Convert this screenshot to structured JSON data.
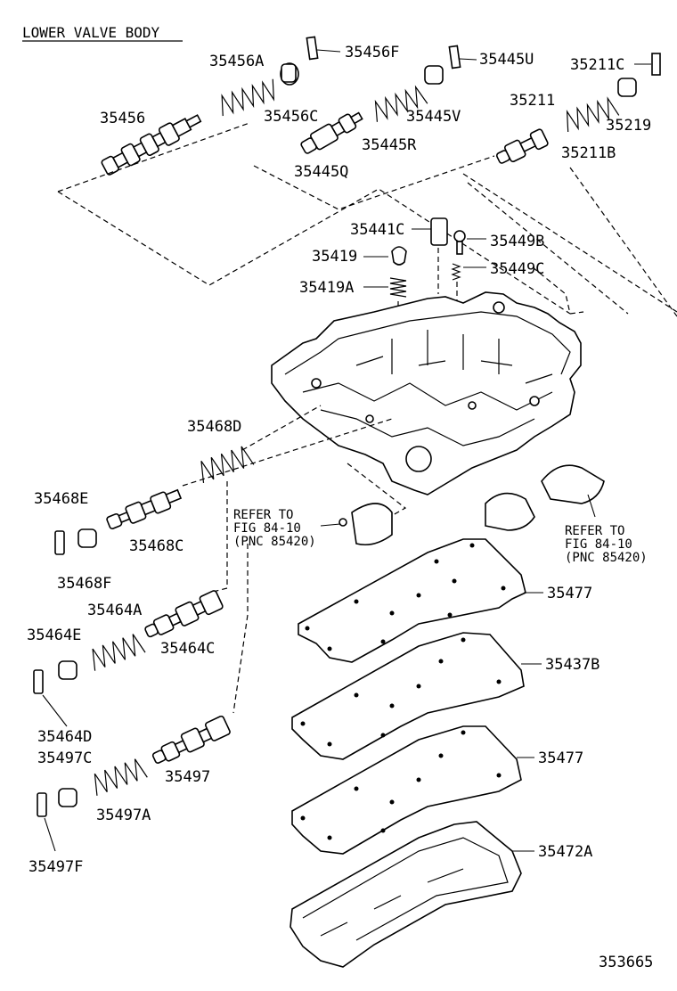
{
  "title": "LOWER VALVE BODY",
  "figure_number": "353665",
  "refer_left": {
    "line1": "REFER TO",
    "line2": "FIG 84-10",
    "line3": "(PNC 85420)"
  },
  "refer_right": {
    "line1": "REFER TO",
    "line2": "FIG 84-10",
    "line3": "(PNC 85420)"
  },
  "labels": {
    "p35456A": "35456A",
    "p35456F": "35456F",
    "p35445U": "35445U",
    "p35211C": "35211C",
    "p35456": "35456",
    "p35456C": "35456C",
    "p35445V": "35445V",
    "p35211": "35211",
    "p35219": "35219",
    "p35445R": "35445R",
    "p35211B": "35211B",
    "p35445Q": "35445Q",
    "p35441C": "35441C",
    "p35449B": "35449B",
    "p35419": "35419",
    "p35449C": "35449C",
    "p35419A": "35419A",
    "p35468D": "35468D",
    "p35468E": "35468E",
    "p35468C": "35468C",
    "p35468F": "35468F",
    "p35464A": "35464A",
    "p35464E": "35464E",
    "p35464C": "35464C",
    "p35477a": "35477",
    "p35437B": "35437B",
    "p35464D": "35464D",
    "p35497C": "35497C",
    "p35497": "35497",
    "p35477b": "35477",
    "p35497A": "35497A",
    "p35472A": "35472A",
    "p35497F": "35497F"
  }
}
